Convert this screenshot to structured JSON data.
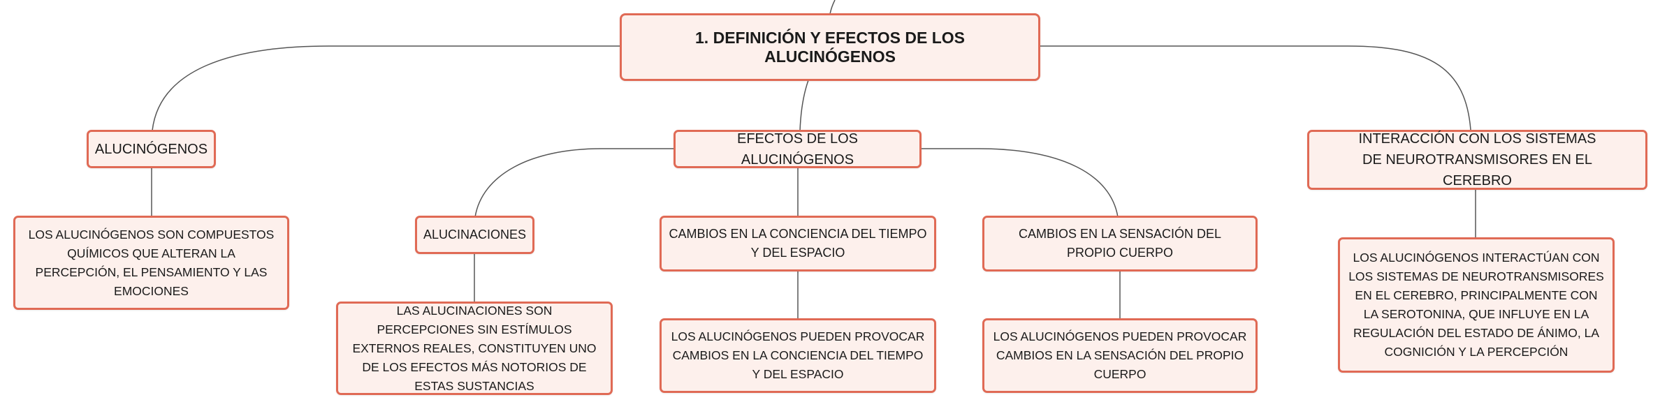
{
  "mindmap": {
    "root": {
      "label": "1. DEFINICIÓN Y EFECTOS DE LOS ALUCINÓGENOS"
    },
    "branches": [
      {
        "label": "ALUCINÓGENOS",
        "children": [
          {
            "label": "LOS ALUCINÓGENOS SON COMPUESTOS QUÍMICOS QUE ALTERAN LA PERCEPCIÓN, EL PENSAMIENTO Y LAS EMOCIONES"
          }
        ]
      },
      {
        "label": "EFECTOS DE LOS ALUCINÓGENOS",
        "children": [
          {
            "label": "ALUCINACIONES",
            "children": [
              {
                "label": "LAS ALUCINACIONES SON PERCEPCIONES SIN ESTÍMULOS EXTERNOS REALES, CONSTITUYEN UNO DE LOS EFECTOS MÁS NOTORIOS DE ESTAS SUSTANCIAS"
              }
            ]
          },
          {
            "label": "CAMBIOS EN LA CONCIENCIA DEL TIEMPO Y DEL ESPACIO",
            "children": [
              {
                "label": "LOS ALUCINÓGENOS PUEDEN PROVOCAR CAMBIOS EN LA CONCIENCIA DEL TIEMPO Y DEL ESPACIO"
              }
            ]
          },
          {
            "label": "CAMBIOS EN LA SENSACIÓN DEL PROPIO CUERPO",
            "children": [
              {
                "label": "LOS ALUCINÓGENOS PUEDEN PROVOCAR CAMBIOS EN LA SENSACIÓN DEL PROPIO CUERPO"
              }
            ]
          }
        ]
      },
      {
        "label": "INTERACCIÓN CON LOS SISTEMAS DE NEUROTRANSMISORES EN EL CEREBRO",
        "children": [
          {
            "label": "LOS ALUCINÓGENOS INTERACTÚAN CON LOS SISTEMAS DE NEUROTRANSMISORES EN EL CEREBRO, PRINCIPALMENTE CON LA SEROTONINA, QUE INFLUYE EN LA REGULACIÓN DEL ESTADO DE ÁNIMO, LA COGNICIÓN Y LA PERCEPCIÓN"
          }
        ]
      }
    ]
  },
  "colors": {
    "node_border": "#e06a55",
    "node_fill": "#fdf0ec",
    "connector": "#555555",
    "text": "#1a1a1a"
  }
}
